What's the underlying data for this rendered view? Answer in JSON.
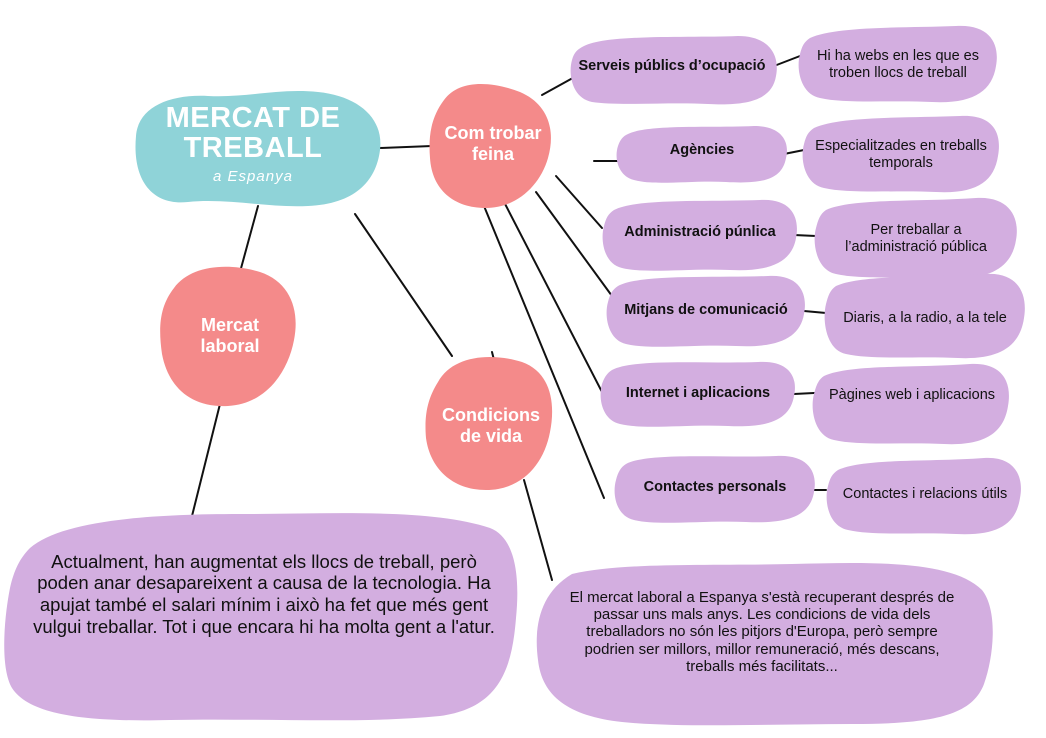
{
  "root": {
    "title": "MERCAT DE TREBALL",
    "subtitle": "a Espanya"
  },
  "branches": {
    "com_trobar_feina": "Com trobar feina",
    "mercat_laboral": "Mercat laboral",
    "condicions_de_vida": "Condicions de vida"
  },
  "feina_items": [
    {
      "label": "Serveis públics d’ocupació",
      "desc": "Hi ha webs en les que es troben llocs de treball"
    },
    {
      "label": "Agències",
      "desc": "Especialitzades en treballs temporals"
    },
    {
      "label": "Administració púnlica",
      "desc": "Per treballar a l’administració pública"
    },
    {
      "label": "Mitjans de comunicació",
      "desc": "Diaris, a la radio, a la tele"
    },
    {
      "label": "Internet i aplicacions",
      "desc": "Pàgines web i aplicacions"
    },
    {
      "label": "Contactes personals",
      "desc": "Contactes i relacions útils"
    }
  ],
  "mercat_laboral_text": "Actualment, han augmentat els llocs de treball, però poden anar desapareixent a causa de la tecnologia. Ha apujat també el salari mínim i això ha fet que més gent vulgui treballar. Tot i que encara hi ha molta gent a l'atur.",
  "condicions_text": "El mercat laboral a Espanya s'està recuperant després de passar uns mals anys. Les condicions de vida dels treballadors no són les pitjors d'Europa, però sempre podrien ser millors, millor remuneració, més descans, treballs més facilitats...",
  "colors": {
    "teal": "#8fd3d8",
    "pink": "#f48a8a",
    "lilac": "#d3aee0",
    "line": "#111111"
  }
}
